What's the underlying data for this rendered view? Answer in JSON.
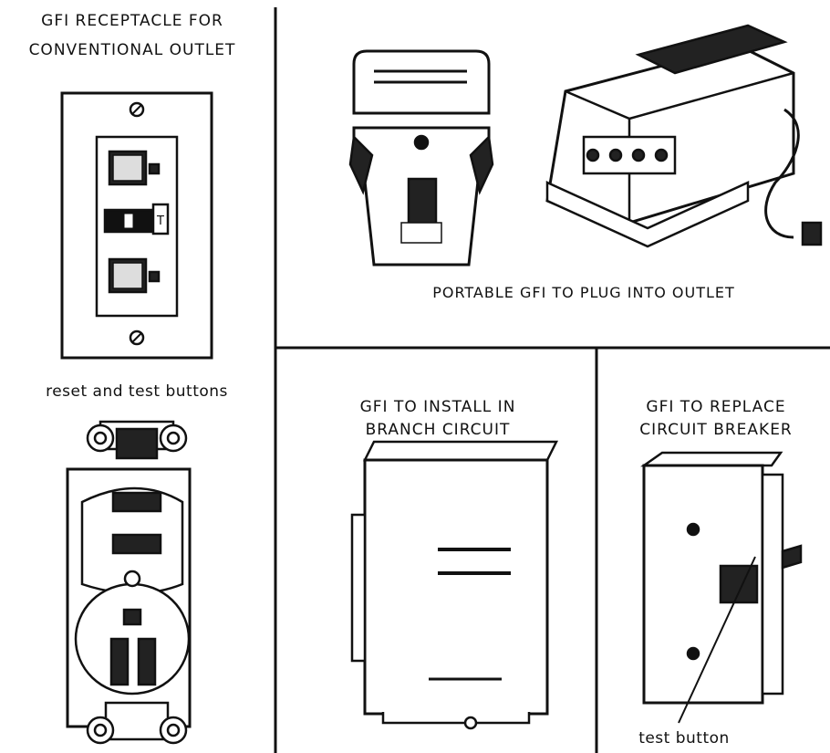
{
  "panels": {
    "conventional": {
      "title_line1": "GFI RECEPTACLE FOR",
      "title_line2": "CONVENTIONAL OUTLET",
      "caption": "reset and test buttons"
    },
    "portable": {
      "caption": "PORTABLE GFI TO PLUG INTO OUTLET"
    },
    "branch": {
      "title_line1": "GFI TO INSTALL IN",
      "title_line2": "BRANCH CIRCUIT"
    },
    "breaker": {
      "title_line1": "GFI TO REPLACE",
      "title_line2": "CIRCUIT BREAKER",
      "callout": "test button"
    }
  }
}
